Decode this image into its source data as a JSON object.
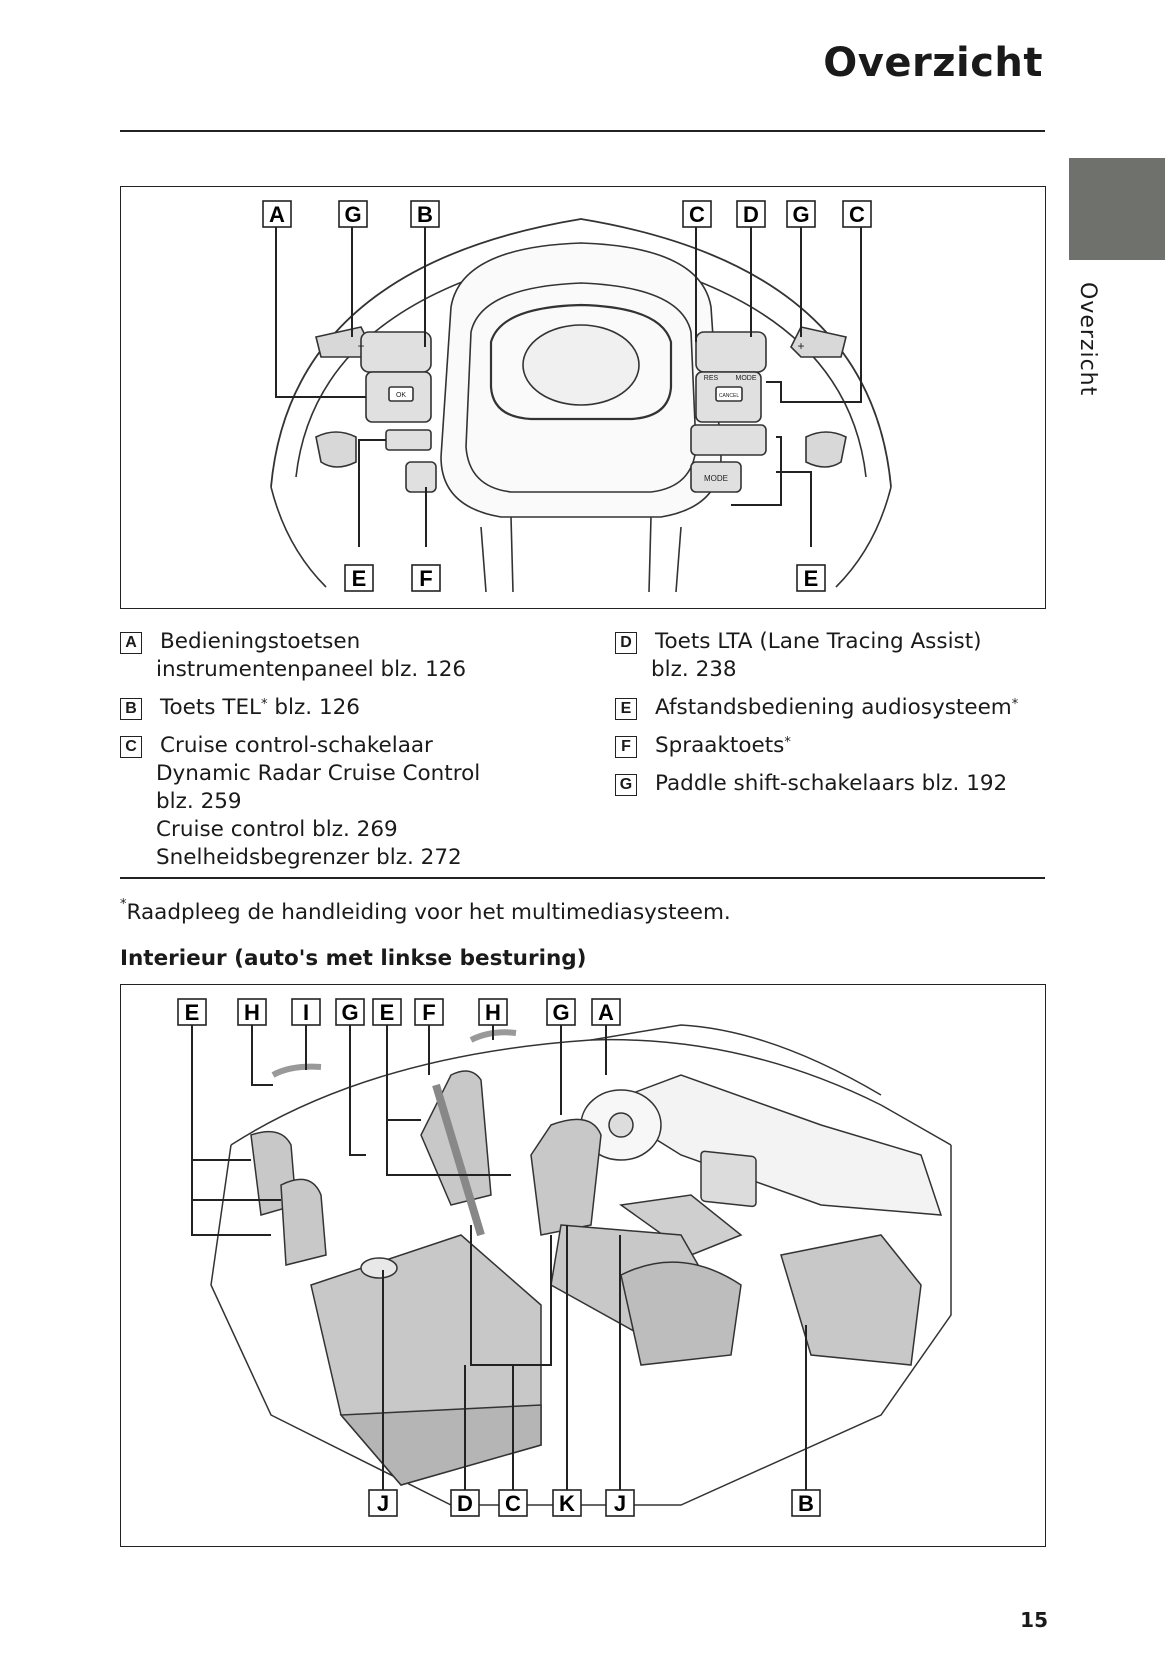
{
  "header": {
    "title": "Overzicht"
  },
  "side_tab": {
    "label": "Overzicht"
  },
  "figure1": {
    "top_labels": [
      "A",
      "G",
      "B",
      "C",
      "D",
      "G",
      "C"
    ],
    "bottom_labels": [
      "E",
      "F",
      "E"
    ],
    "button_texts": {
      "ok": "OK",
      "res": "RES",
      "mode_small": "MODE",
      "cancel": "CANCEL",
      "mode": "MODE",
      "plus": "+",
      "minus": "−"
    }
  },
  "legend_left": [
    {
      "key": "A",
      "lines": [
        "Bedieningstoetsen",
        "instrumentenpaneel blz. 126"
      ],
      "asterisk": false
    },
    {
      "key": "B",
      "lines": [
        "Toets TEL",
        " blz. 126"
      ],
      "asterisk": true
    },
    {
      "key": "C",
      "lines": [
        "Cruise control-schakelaar",
        "Dynamic Radar Cruise Control",
        "blz. 259",
        "Cruise control blz. 269",
        "Snelheidsbegrenzer blz. 272"
      ],
      "asterisk": false
    }
  ],
  "legend_right": [
    {
      "key": "D",
      "lines": [
        "Toets LTA (Lane Tracing Assist)",
        "blz. 238"
      ]
    },
    {
      "key": "E",
      "lines": [
        "Afstandsbediening audiosysteem"
      ],
      "asterisk": true
    },
    {
      "key": "F",
      "lines": [
        "Spraaktoets"
      ],
      "asterisk": true
    },
    {
      "key": "G",
      "lines": [
        "Paddle shift-schakelaars blz. 192"
      ]
    }
  ],
  "footnote": {
    "mark": "*",
    "text": "Raadpleeg de handleiding voor het multimediasysteem."
  },
  "subheading": "Interieur (auto's met linkse besturing)",
  "figure2": {
    "top_labels": [
      "E",
      "H",
      "I",
      "G",
      "E",
      "F",
      "H",
      "G",
      "A"
    ],
    "bottom_labels": [
      "J",
      "D",
      "C",
      "K",
      "J",
      "B"
    ]
  },
  "page_number": "15"
}
